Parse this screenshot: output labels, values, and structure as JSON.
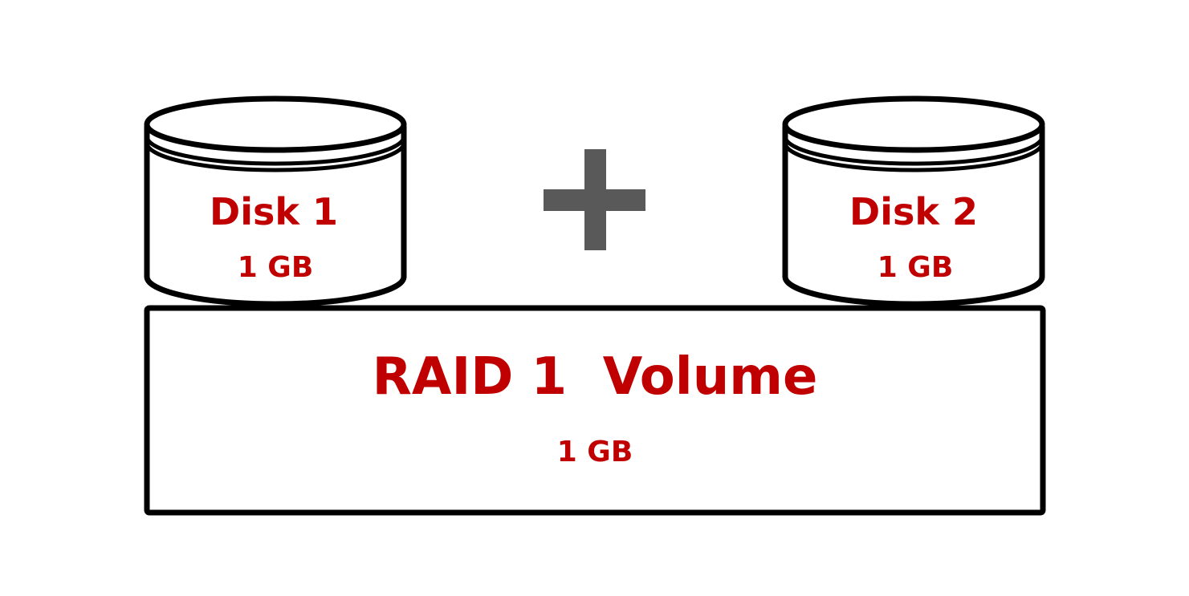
{
  "colors": {
    "label": "#c00000",
    "outline": "#000000",
    "plus": "#595959",
    "background": "#ffffff"
  },
  "disks": [
    {
      "name": "Disk 1",
      "size": "1 GB"
    },
    {
      "name": "Disk 2",
      "size": "1 GB"
    }
  ],
  "operator_icon": "plus-icon",
  "volume": {
    "name": "RAID 1  Volume",
    "size": "1 GB"
  }
}
